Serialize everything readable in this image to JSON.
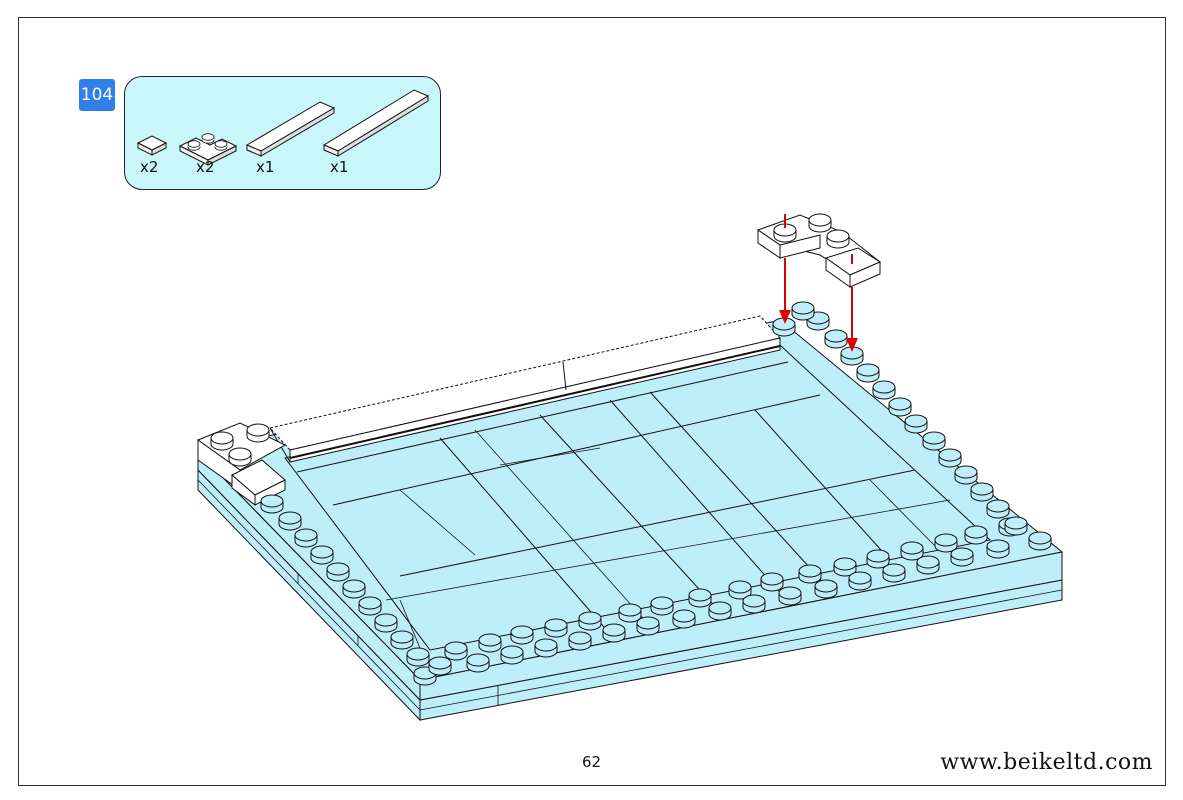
{
  "step": {
    "number": "104"
  },
  "parts": [
    {
      "name": "plate-1x1",
      "qty": "x2"
    },
    {
      "name": "plate-2x2-corner",
      "qty": "x2"
    },
    {
      "name": "tile-1x6",
      "qty": "x1"
    },
    {
      "name": "tile-1x8",
      "qty": "x1"
    }
  ],
  "footer": {
    "page_number": "62",
    "website": "www.beikeltd.com"
  },
  "colors": {
    "badge": "#2e7fe8",
    "parts_box": "#c8f6fa",
    "court": "#bfeefb",
    "arrow": "#e00000",
    "brick": "#ffffff"
  }
}
